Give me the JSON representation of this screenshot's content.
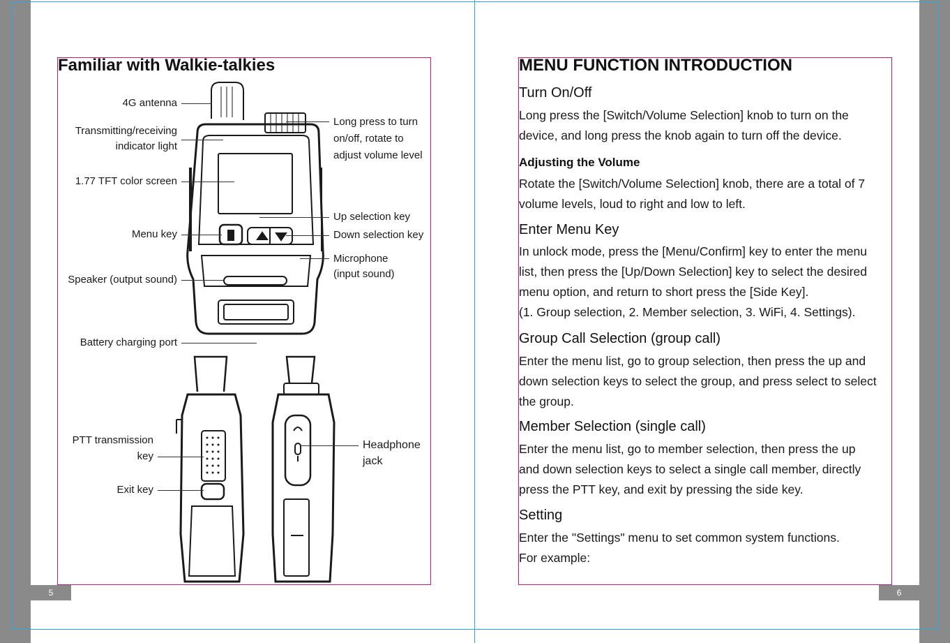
{
  "left_page": {
    "title": "Familiar with Walkie-talkies",
    "page_number": "5",
    "labels": {
      "antenna": "4G antenna",
      "indicator_line1": "Transmitting/receiving",
      "indicator_line2": "indicator light",
      "screen": "1.77 TFT color screen",
      "menu_key": "Menu key",
      "speaker": "Speaker (output sound)",
      "charging_port": "Battery charging port",
      "knob_line1": "Long press to turn",
      "knob_line2": "on/off, rotate to",
      "knob_line3": "adjust volume level",
      "up_key": "Up selection key",
      "down_key": "Down selection key",
      "mic_line1": "Microphone",
      "mic_line2": "(input sound)",
      "ptt_line1": "PTT transmission",
      "ptt_line2": "key",
      "exit_key": "Exit key",
      "jack_line1": "Headphone",
      "jack_line2": "jack"
    }
  },
  "right_page": {
    "title": "MENU FUNCTION INTRODUCTION",
    "page_number": "6",
    "sections": [
      {
        "heading": "Turn On/Off",
        "lines": [
          "Long press the [Switch/Volume Selection] knob to turn on the",
          "device, and long press the knob again to turn off the device."
        ]
      },
      {
        "heading": "Adjusting the Volume",
        "lines": [
          "Rotate the [Switch/Volume Selection] knob, there are a total of 7",
          "volume levels, loud to right and low to left."
        ]
      },
      {
        "heading": "Enter Menu Key",
        "lines": [
          "In unlock mode, press the [Menu/Confirm] key to enter the menu",
          "list, then press the [Up/Down Selection] key to select the desired",
          "menu option, and return to short press the [Side Key].",
          "(1. Group selection, 2. Member selection, 3. WiFi, 4. Settings)."
        ]
      },
      {
        "heading": "Group Call Selection (group call)",
        "lines": [
          "Enter the menu list, go to group selection, then press the up and",
          "down selection keys to select the group, and press select to select",
          "the group."
        ]
      },
      {
        "heading": "Member Selection (single call)",
        "lines": [
          "Enter the menu list, go to member selection, then press the up",
          "and down selection keys to select a single call member, directly",
          "press the PTT key, and exit by pressing the side key."
        ]
      },
      {
        "heading": "Setting",
        "lines": [
          "Enter the \"Settings\" menu to set common system functions.",
          "For example:"
        ]
      }
    ]
  },
  "colors": {
    "gutter": "#8a8a8a",
    "guide_line": "#2aa7df",
    "frame_border": "#c2187a",
    "text": "#1a1a1a"
  }
}
